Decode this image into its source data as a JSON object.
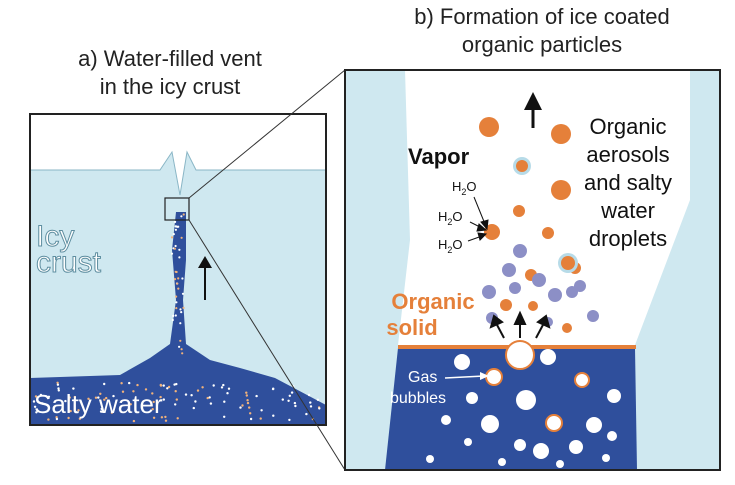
{
  "panel_a": {
    "title_line1": "a)  Water-filled vent",
    "title_line2": "in the icy crust",
    "icy_label_line1": "Icy",
    "icy_label_line2": "crust",
    "water_label": "Salty water"
  },
  "panel_b": {
    "title_line1": "b) Formation of ice coated",
    "title_line2": "organic particles",
    "vapor_label": "Vapor",
    "aerosol_line1": "Organic",
    "aerosol_line2": "aerosols",
    "aerosol_line3": "and salty",
    "aerosol_line4": "water",
    "aerosol_line5": "droplets",
    "h2o_labels": [
      "H",
      "2",
      "O"
    ],
    "organic_solid_line1": "Organic",
    "organic_solid_line2": "solid",
    "gas_line1": "Gas",
    "gas_line2": "bubbles"
  },
  "colors": {
    "ice": "#cfe8f0",
    "ice_stroke": "#9cc9d8",
    "water": "#2f4f9c",
    "organic": "#e5803a",
    "droplet": "#8c8fc6",
    "frame": "#222222",
    "text_ice": "#ffffff"
  }
}
